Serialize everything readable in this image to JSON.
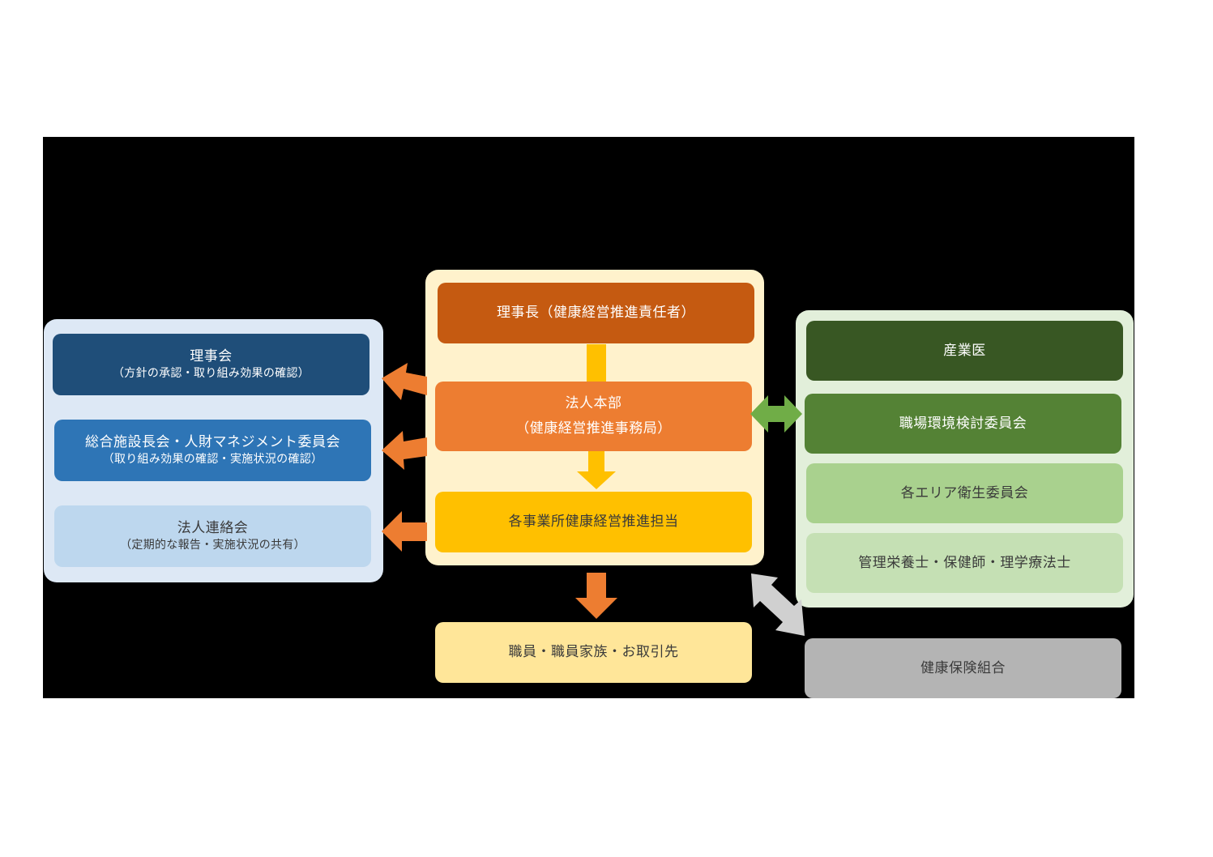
{
  "left": {
    "board": {
      "title": "理事会",
      "sub": "（方針の承認・取り組み効果の確認）"
    },
    "committee": {
      "title": "総合施設長会・人財マネジメント委員会",
      "sub": "（取り組み効果の確認・実施状況の確認）"
    },
    "liaison": {
      "title": "法人連絡会",
      "sub": "（定期的な報告・実施状況の共有）"
    }
  },
  "center": {
    "chairman": {
      "title": "理事長（健康経営推進責任者）"
    },
    "hq": {
      "title": "法人本部",
      "sub": "（健康経営推進事務局）"
    },
    "office": {
      "title": "各事業所健康経営推進担当"
    },
    "staff": {
      "title": "職員・職員家族・お取引先"
    }
  },
  "right": {
    "doctor": {
      "title": "産業医"
    },
    "environment": {
      "title": "職場環境検討委員会"
    },
    "hygiene": {
      "title": "各エリア衛生委員会"
    },
    "specialists": {
      "title": "管理栄養士・保健師・理学療法士"
    },
    "insurance": {
      "title": "健康保険組合"
    }
  },
  "colors": {
    "left_panel": "#dde8f5",
    "board": "#1f4e79",
    "committee": "#2e75b6",
    "liaison": "#bdd7ee",
    "center_panel": "#fff2cc",
    "chairman": "#c55a11",
    "hq": "#ed7d31",
    "office": "#ffc000",
    "staff": "#ffe699",
    "right_panel": "#e2efda",
    "doctor": "#385723",
    "environment": "#548235",
    "hygiene": "#a9d18e",
    "specialists": "#c5e0b4",
    "insurance": "#b4b4b4",
    "arrow_orange": "#ed7d31",
    "arrow_yellow": "#ffc000",
    "arrow_green": "#70ad47",
    "arrow_gray": "#d0d0d0"
  }
}
